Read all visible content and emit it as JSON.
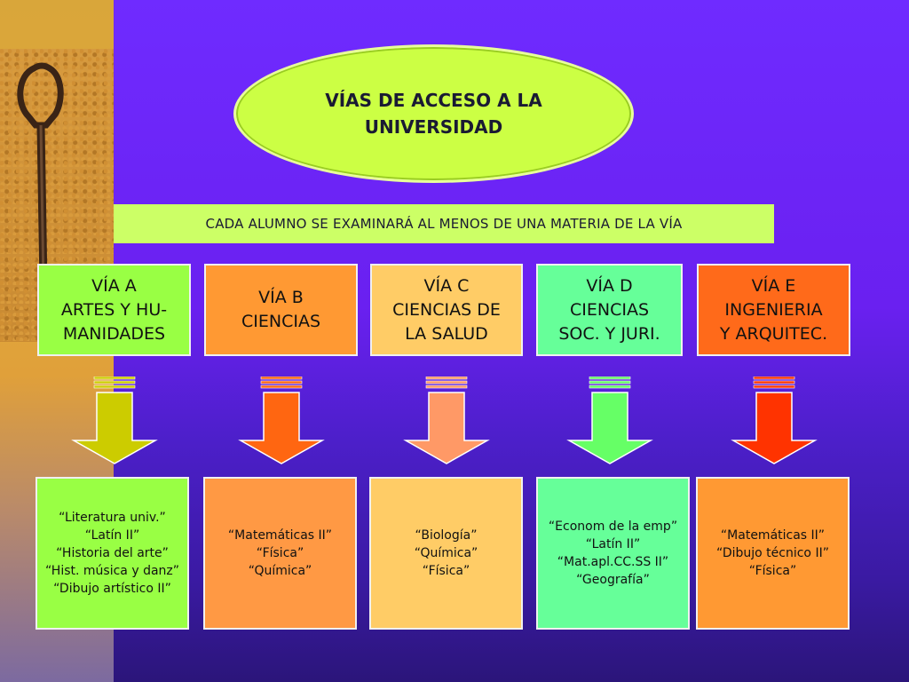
{
  "title": [
    "VÍAS DE ACCESO A LA",
    "UNIVERSIDAD"
  ],
  "banner": "CADA ALUMNO SE EXAMINARÁ AL MENOS DE UNA MATERIA DE LA VÍA",
  "colors": {
    "background": "#6a20f0",
    "ellipse": "#ccff44",
    "banner": "#ccff66"
  },
  "vias": [
    {
      "label": "VÍA A\nARTES Y HU-\nMANIDADES",
      "color": "#99ff44",
      "arrow_color": "#cccc00",
      "subjects": [
        "“Literatura univ.”",
        "“Latín II”",
        "“Historia del arte”",
        "“Hist. música y danz”",
        "“Dibujo artístico II”"
      ],
      "subjects_color": "#99ff44"
    },
    {
      "label": "VÍA B\nCIENCIAS",
      "color": "#ff9933",
      "arrow_color": "#ff6611",
      "subjects": [
        "“Matemáticas II”",
        "“Física”",
        "“Química”"
      ],
      "subjects_color": "#ff9944"
    },
    {
      "label": "VÍA C\nCIENCIAS DE\nLA SALUD",
      "color": "#ffcc66",
      "arrow_color": "#ff9966",
      "subjects": [
        "“Biología”",
        "“Química”",
        "“Física”"
      ],
      "subjects_color": "#ffcc66"
    },
    {
      "label": "VÍA D\nCIENCIAS\nSOC. Y JURI.",
      "color": "#66ff99",
      "arrow_color": "#66ff66",
      "subjects": [
        "“Econom de la emp”",
        "“Latín II”",
        "“Mat.apl.CC.SS II”",
        "“Geografía”"
      ],
      "subjects_color": "#66ff99"
    },
    {
      "label": "VÍA E\nINGENIERIA\nY ARQUITEC.",
      "color": "#ff6a1a",
      "arrow_color": "#ff3300",
      "subjects": [
        "“Matemáticas II”",
        "“Dibujo técnico II”",
        "“Física”"
      ],
      "subjects_color": "#ff9933"
    }
  ]
}
